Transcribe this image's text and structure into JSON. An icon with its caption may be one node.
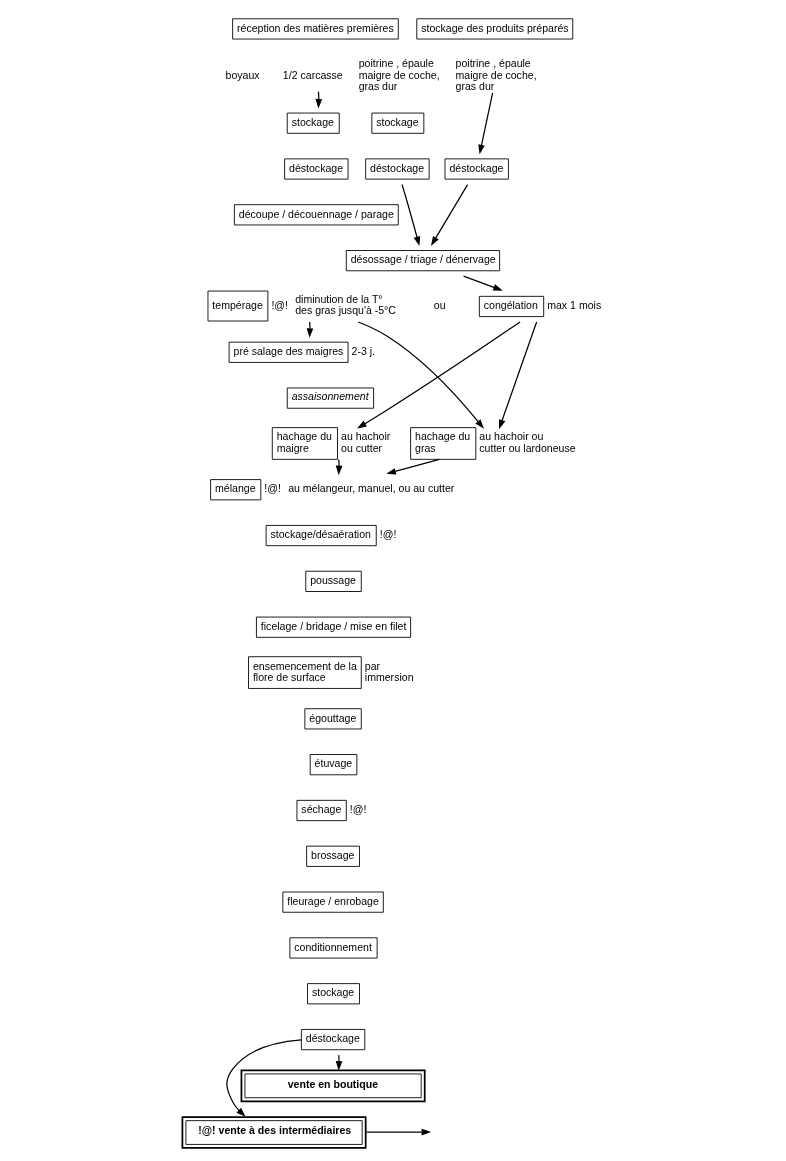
{
  "diagram": {
    "nodes": [
      {
        "text": [
          "réception des matières premières"
        ]
      },
      {
        "text": [
          "stockage des produits préparés"
        ]
      },
      {
        "text": [
          "boyaux"
        ]
      },
      {
        "text": [
          "1/2 carcasse"
        ]
      },
      {
        "text": [
          "poitrine , épaule maigre de coche, gras dur"
        ]
      },
      {
        "text": [
          "poitrine , épaule maigre de coche, gras dur"
        ]
      },
      {
        "text": [
          "stockage"
        ]
      },
      {
        "text": [
          "déstockage"
        ]
      },
      {
        "text": [
          "stockage"
        ]
      },
      {
        "text": [
          "déstockage"
        ]
      },
      {
        "text": [
          "déstockage"
        ]
      },
      {
        "text": [
          "découpe / découennage / parage"
        ]
      },
      {
        "text": [
          "désossage / triage / dénervage"
        ]
      },
      {
        "text": [
          "tempérage"
        ],
        "beside": [
          "!@!",
          "diminution de la T° des gras jusqu'à -5°C"
        ]
      },
      {
        "text": [
          "congélation"
        ],
        "beside": [
          "max 1 mois"
        ]
      },
      {
        "text": [
          "pré salage des maigres"
        ],
        "beside": [
          "2-3 j."
        ]
      },
      {
        "text": [
          "assaisonnement"
        ]
      },
      {
        "text": [
          "hachage du maigre"
        ],
        "beside": [
          "au hachoir ou cutter"
        ]
      },
      {
        "text": [
          "hachage du gras"
        ],
        "beside": [
          "au hachoir ou cutter ou lardoneuse"
        ]
      },
      {
        "text": [
          "mélange"
        ],
        "beside": [
          "!@!",
          "au mélangeur, manuel, ou au cutter"
        ]
      },
      {
        "text": [
          "stockage/désaération"
        ],
        "beside": [
          "!@!"
        ]
      },
      {
        "text": [
          "poussage"
        ]
      },
      {
        "text": [
          "ficelage / bridage / mise en filet"
        ]
      },
      {
        "text": [
          "ensemencement de la flore de surface"
        ],
        "beside": [
          "par immersion"
        ]
      },
      {
        "text": [
          "égouttage"
        ]
      },
      {
        "text": [
          "étuvage"
        ]
      },
      {
        "text": [
          "séchage"
        ],
        "beside": [
          "!@!"
        ]
      },
      {
        "text": [
          "brossage"
        ]
      },
      {
        "text": [
          "fleurage / enrobage"
        ]
      },
      {
        "text": [
          "conditionnement"
        ]
      },
      {
        "text": [
          "stockage"
        ]
      },
      {
        "text": [
          "déstockage"
        ]
      },
      {
        "text": [
          "vente en boutique"
        ]
      },
      {
        "text": [
          "!@! vente à des intermédiaires"
        ]
      }
    ],
    "edges": [
      {
        "from": 3,
        "to": 6,
        "arrow": "to"
      },
      {
        "from": 5,
        "to": 10,
        "arrow": "to"
      },
      {
        "from": 9,
        "to": 12,
        "arrow": "to"
      },
      {
        "from": 10,
        "to": 12,
        "arrow": "to"
      },
      {
        "from": 12,
        "to": 14,
        "arrow": "to"
      },
      {
        "from": 13,
        "to": 15,
        "arrow": "to"
      },
      {
        "from": 13,
        "to": 18,
        "arrow": "to"
      },
      {
        "from": 14,
        "to": 17,
        "arrow": "to"
      },
      {
        "from": 14,
        "to": 18,
        "arrow": "to"
      },
      {
        "from": 17,
        "to": 19,
        "arrow": "to"
      },
      {
        "from": 18,
        "to": 19,
        "arrow": "to"
      },
      {
        "from": 31,
        "to": 32,
        "arrow": "to"
      },
      {
        "from": 31,
        "to": 33,
        "arrow": "to"
      },
      {
        "from": 33,
        "to": null,
        "arrow": "to"
      }
    ],
    "labels": [
      "ou"
    ]
  }
}
